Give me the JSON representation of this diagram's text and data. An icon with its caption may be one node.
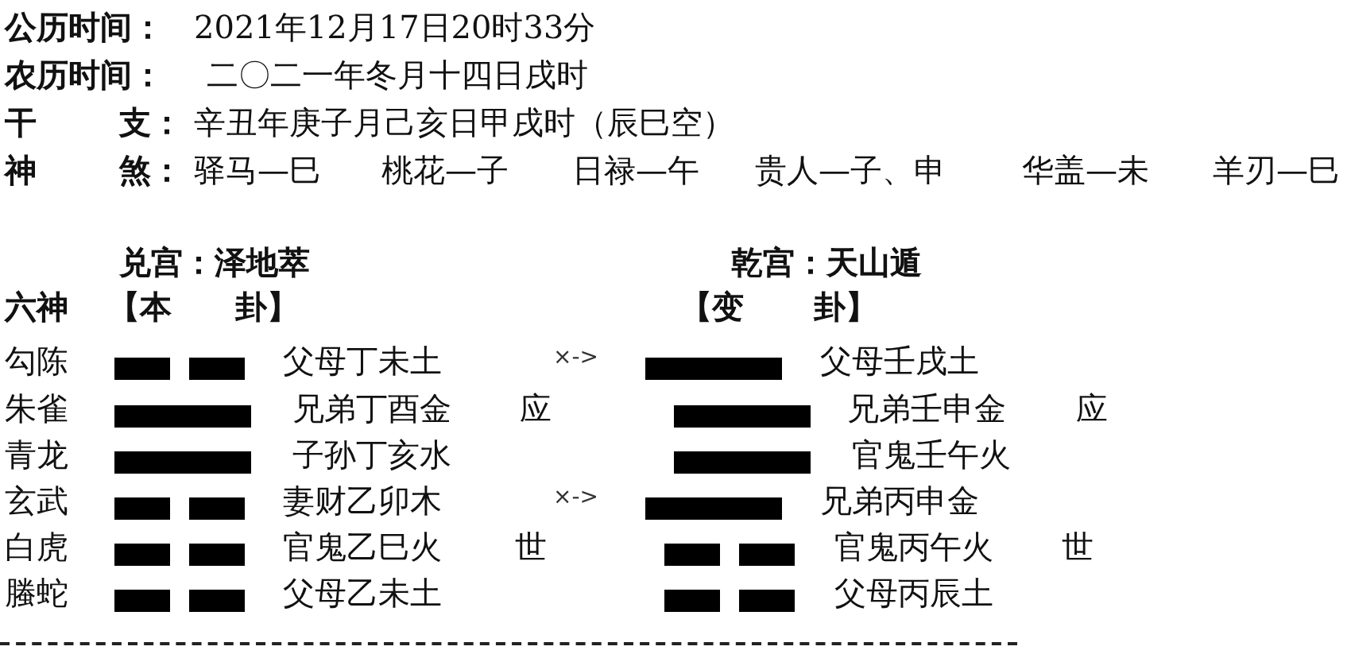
{
  "diagram": {
    "labels": [
      "公历时间：",
      "2021年12月17日20时33分",
      "农历时间：",
      "二〇二一年冬月十四日戌时",
      "干",
      "支：",
      "辛丑年庚子月己亥日甲戌时（辰巳空）",
      "神",
      "煞：",
      "驿马—巳",
      "桃花—子",
      "日禄—午",
      "贵人—子、申",
      "华盖—未",
      "羊刃—巳",
      "兑宫：泽地萃",
      "乾宫：天山遁",
      "六神",
      "【本",
      "卦】",
      "【变",
      "卦】",
      "勾陈",
      "父母丁未土",
      "×->",
      "父母壬戌土",
      "朱雀",
      "兄弟丁酉金",
      "应",
      "兄弟壬申金",
      "应",
      "青龙",
      "子孙丁亥水",
      "官鬼壬午火",
      "玄武",
      "妻财乙卯木",
      "×->",
      "兄弟丙申金",
      "白虎",
      "官鬼乙巳火",
      "世",
      "官鬼丙午火",
      "世",
      "螣蛇",
      "父母乙未土",
      "父母丙辰土"
    ]
  }
}
